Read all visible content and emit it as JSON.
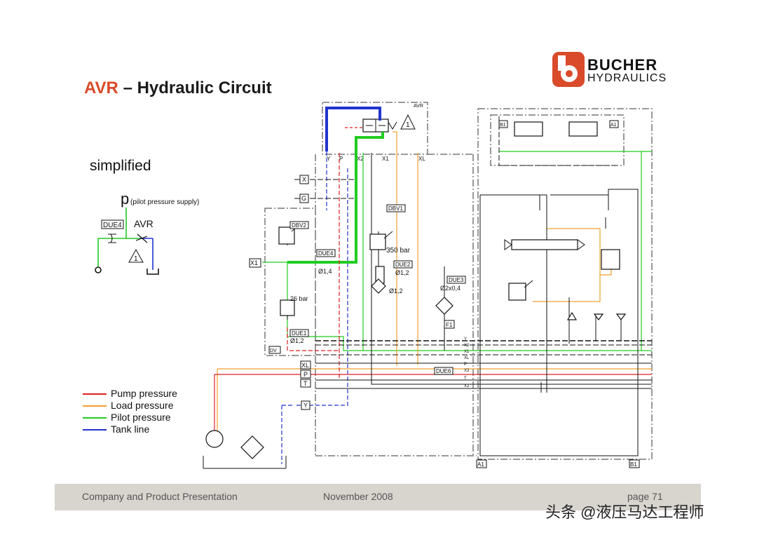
{
  "title": {
    "avr": "AVR",
    "rest": "– Hydraulic Circuit"
  },
  "subtitle": "simplified",
  "logo": {
    "word1": "BUCHER",
    "word2": "HYDRAULICS",
    "color": "#d94b2b"
  },
  "simplified": {
    "p_label": "p",
    "p_desc": "(pilot pressure supply)",
    "due4": "DUE4",
    "avr": "AVR",
    "warning": "1"
  },
  "legend": [
    {
      "label": "Pump pressure",
      "color": "#e02020"
    },
    {
      "label": "Load pressure",
      "color": "#f0a030"
    },
    {
      "label": "Pilot pressure",
      "color": "#22cc22"
    },
    {
      "label": "Tank line",
      "color": "#2233cc"
    }
  ],
  "circuit": {
    "avr_box": "AVR",
    "ports_top": [
      "Y",
      "P",
      "X2",
      "X1",
      "XL"
    ],
    "blocks": {
      "X": "X",
      "G": "G",
      "X1": "X1",
      "Y": "Y",
      "XL": "XL",
      "P": "P",
      "T": "T",
      "DV": "DV"
    },
    "dbv1": "DBV1",
    "dbv1_bar": "350 bar",
    "dbv2": "DBV2",
    "dbv2_bar": "26 bar",
    "due1": "DUE1",
    "due1_d": "Ø1,2",
    "due2": "DUE2",
    "due2_d": "Ø1,2",
    "due3": "DUE3",
    "due3_d": "Ø2x0,4",
    "due4": "DUE4",
    "due4_d": "Ø1,4",
    "due_side": "DUE6",
    "orifice_d": "Ø1,2",
    "filter": "F1",
    "b1": "B1",
    "a1": "A1",
    "bus_labels": [
      "Y",
      "X2",
      "X1",
      "XL",
      "P",
      "X3",
      "T",
      "X2"
    ],
    "bottom_a1": "A1",
    "bottom_b1": "B1"
  },
  "footer": {
    "left": "Company and Product Presentation",
    "center": "November 2008",
    "right": "page 71"
  },
  "watermark": "头条 @液压马达工程师"
}
